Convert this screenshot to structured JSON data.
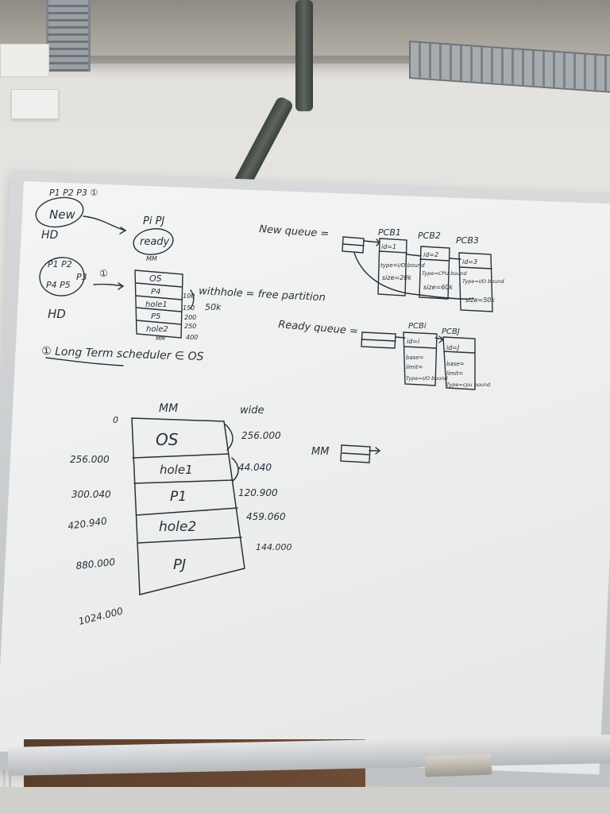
{
  "board": {
    "top_left": {
      "new_procs": "P1 P2 P3 ①",
      "new_label": "New",
      "hd_label": "HD",
      "ready_procs": "Pi PJ",
      "ready_label": "ready",
      "mm_small": "MM",
      "hd_procs_row1": "P1 P2",
      "hd_procs_p3": "P3",
      "hd_procs_row2": "P4  P5",
      "hd_label_2": "HD",
      "step_one": "①"
    },
    "small_mm": {
      "cells": [
        "OS",
        "P4",
        "hole1",
        "P5",
        "hole2"
      ],
      "footer": "MM",
      "addresses": [
        "100",
        "150",
        "200",
        "250",
        "400"
      ],
      "note_withhole": "withhole = free partition",
      "note_50k": "50k"
    },
    "long_term_note": "① Long Term scheduler ∈ OS",
    "new_queue": {
      "label": "New queue =",
      "pcb_titles": [
        "PCB1",
        "PCB2",
        "PCB3"
      ],
      "pcb1_lines": [
        "id=1",
        "type=I/O bound",
        "size=20k"
      ],
      "pcb2_lines": [
        "id=2",
        "Type=CPU bound",
        "size=60k"
      ],
      "pcb3_lines": [
        "id=3",
        "Type=I/O bound",
        "size=50k"
      ]
    },
    "ready_queue": {
      "label": "Ready queue =",
      "pcb_titles": [
        "PCBi",
        "PCBJ"
      ],
      "pcbi_lines": [
        "id=i",
        "base=",
        "limit=",
        "Type=I/O bound"
      ],
      "pcbj_lines": [
        "id=J",
        "base=",
        "limit=",
        "Type=cpu bound"
      ]
    },
    "big_mm": {
      "title": "MM",
      "wide_title": "wide",
      "zero": "0",
      "cells": [
        "OS",
        "hole1",
        "P1",
        "hole2",
        "PJ"
      ],
      "left_addresses": [
        "256.000",
        "300.040",
        "420.940",
        "880.000",
        "1024.000"
      ],
      "right_sizes": [
        "256.000",
        "44.040",
        "120.900",
        "459.060",
        "144.000"
      ]
    },
    "mm_queue_label": "MM"
  }
}
